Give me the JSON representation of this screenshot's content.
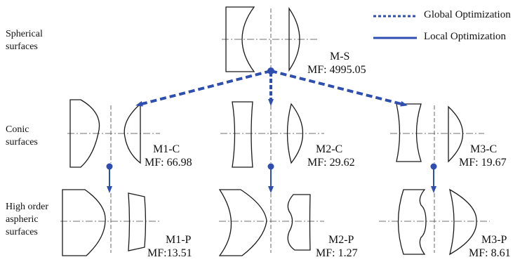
{
  "legend": {
    "global": "Global Optimization",
    "local": "Local Optimization"
  },
  "colors": {
    "arrow": "#2f4fb0",
    "lens": "#1a1a1a",
    "axis": "#444444"
  },
  "rows": {
    "spherical": [
      "Spherical",
      "surfaces"
    ],
    "conic": [
      "Conic",
      "surfaces"
    ],
    "aspheric": [
      "High order",
      "aspheric",
      "surfaces"
    ]
  },
  "designs": {
    "ms": {
      "name": "M-S",
      "mf": "MF: 4995.05"
    },
    "m1c": {
      "name": "M1-C",
      "mf": "MF: 66.98"
    },
    "m2c": {
      "name": "M2-C",
      "mf": "MF: 29.62"
    },
    "m3c": {
      "name": "M3-C",
      "mf": "MF: 19.67"
    },
    "m1p": {
      "name": "M1-P",
      "mf": "MF:13.51"
    },
    "m2p": {
      "name": "M2-P",
      "mf": "MF: 1.27"
    },
    "m3p": {
      "name": "M3-P",
      "mf": "MF: 8.61"
    }
  }
}
